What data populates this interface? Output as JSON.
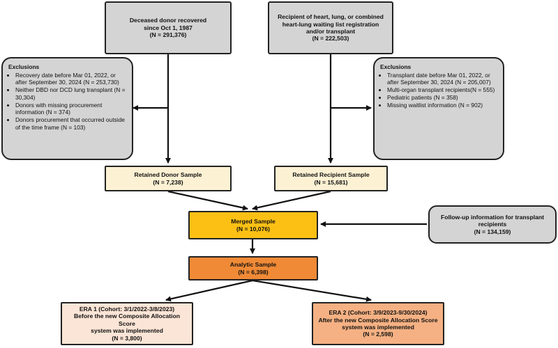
{
  "donor_source": {
    "line1": "Deceased donor recovered",
    "line2": "since Oct 1, 1987",
    "count": "(N = 291,376)"
  },
  "recipient_source": {
    "line1": "Recipient of heart, lung, or combined",
    "line2": "heart-lung waiting list registration",
    "line3": "and/or transplant",
    "count": "(N = 222,503)"
  },
  "donor_exclusions": {
    "title": "Exclusions",
    "items": [
      "Recovery date before Mar 01, 2022, or after September 30, 2024 (N = 253,730)",
      "Neither DBD nor DCD lung transplant (N = 30,304)",
      "Donors with missing procurement information (N = 374)",
      "Donors procurement that occurred outside of the time frame (N = 103)"
    ]
  },
  "recipient_exclusions": {
    "title": "Exclusions",
    "items": [
      "Transplant date before Mar 01, 2022, or after September 30, 2024 (N = 205,007)",
      "Multi-organ transplant recipients(N = 555)",
      "Pediatric patients (N = 358)",
      "Missing waitlist information (N = 902)"
    ]
  },
  "retained_donor": {
    "title": "Retained Donor Sample",
    "count": "(N = 7,238)"
  },
  "retained_recipient": {
    "title": "Retained Recipient Sample",
    "count": "(N = 15,681)"
  },
  "merged": {
    "title": "Merged Sample",
    "count": "(N = 10,076)"
  },
  "followup": {
    "line1": "Follow-up information for transplant",
    "line2": "recipients",
    "count": "(N = 134,159)"
  },
  "analytic": {
    "title": "Analytic Sample",
    "count": "(N = 6,398)"
  },
  "era1": {
    "line1": "ERA 1 (Cohort: 3/1/2022-3/8/2023)",
    "line2": "Before the new Composite Allocation Score",
    "line3": "system was implemented",
    "count": "(N = 3,800)"
  },
  "era2": {
    "line1": "ERA 2 (Cohort: 3/9/2023-9/30/2024)",
    "line2": "After the new Composite Allocation Score",
    "line3": "system was implemented",
    "count": "(N = 2,598)"
  },
  "colors": {
    "grey_box": "#d4d4d4",
    "cream_box": "#fdf1d3",
    "merged_box": "#fcc014",
    "analytic_box": "#f08a36",
    "era1_box": "#fbe5d6",
    "era2_box": "#f5b183",
    "arrow": "#111111"
  }
}
